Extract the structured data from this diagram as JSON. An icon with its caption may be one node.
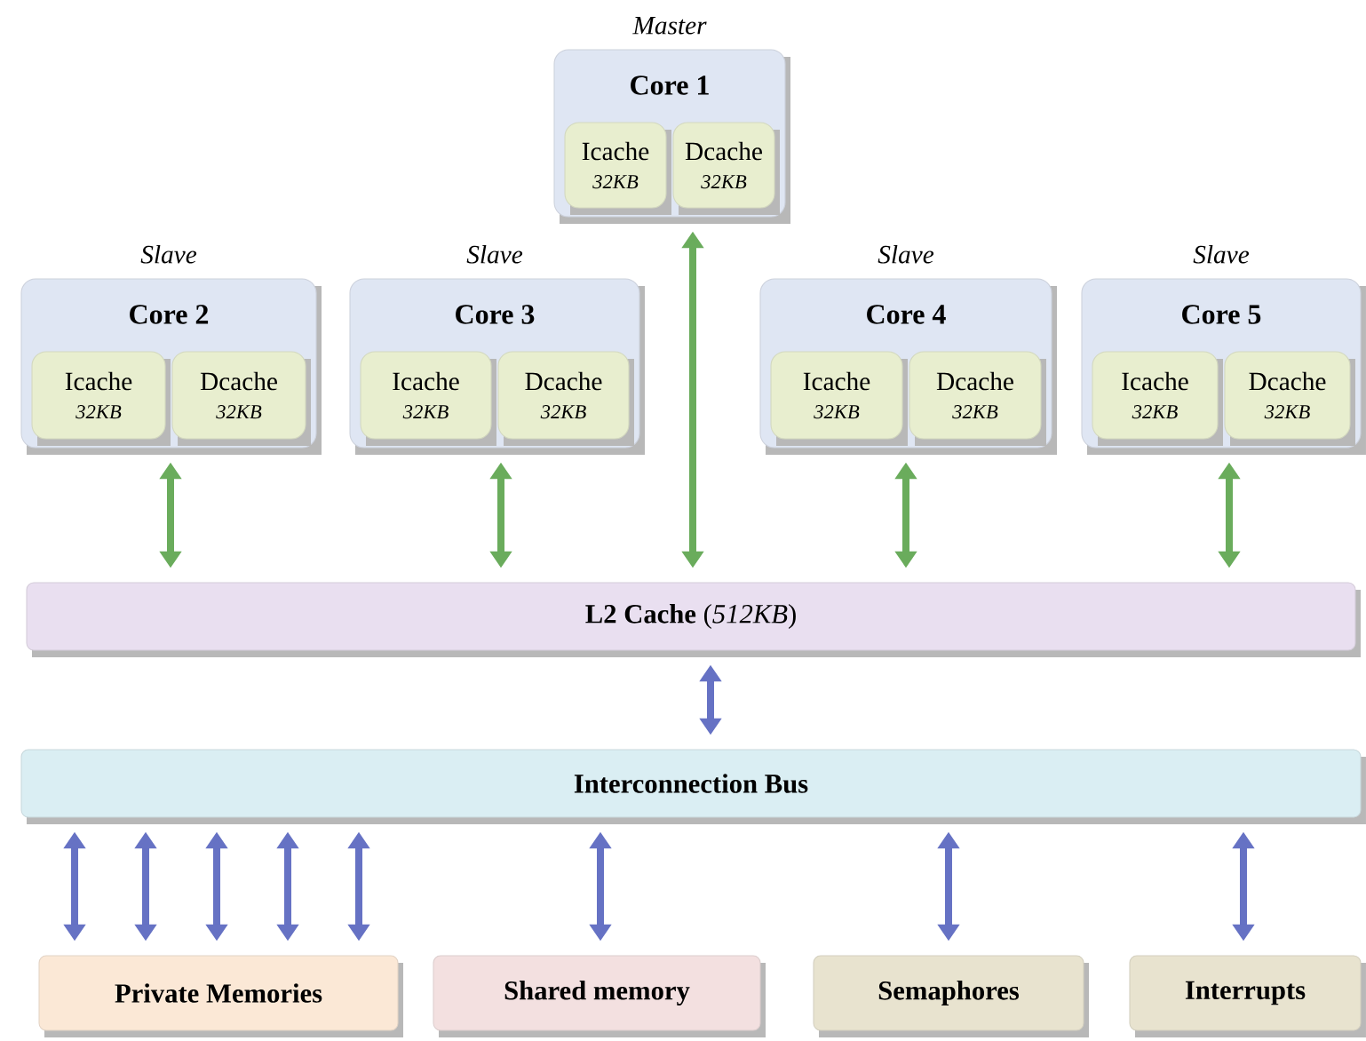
{
  "diagram": {
    "nodes": [
      {
        "text": [
          "Core 1"
        ],
        "beside": [
          "Master"
        ]
      },
      {
        "text": [
          "Icache",
          "32KB"
        ],
        "in": 0
      },
      {
        "text": [
          "Dcache",
          "32KB"
        ],
        "in": 0
      },
      {
        "text": [
          "Core 2"
        ],
        "beside": [
          "Slave"
        ]
      },
      {
        "text": [
          "Icache",
          "32KB"
        ],
        "in": 3
      },
      {
        "text": [
          "Dcache",
          "32KB"
        ],
        "in": 3
      },
      {
        "text": [
          "Core 3"
        ],
        "beside": [
          "Slave"
        ]
      },
      {
        "text": [
          "Icache",
          "32KB"
        ],
        "in": 6
      },
      {
        "text": [
          "Dcache",
          "32KB"
        ],
        "in": 6
      },
      {
        "text": [
          "Core 4"
        ],
        "beside": [
          "Slave"
        ]
      },
      {
        "text": [
          "Icache",
          "32KB"
        ],
        "in": 9
      },
      {
        "text": [
          "Dcache",
          "32KB"
        ],
        "in": 9
      },
      {
        "text": [
          "Core 5"
        ],
        "beside": [
          "Slave"
        ]
      },
      {
        "text": [
          "Icache",
          "32KB"
        ],
        "in": 12
      },
      {
        "text": [
          "Dcache",
          "32KB"
        ],
        "in": 12
      },
      {
        "text": [
          "**L2 Cache** (*512KB*)"
        ]
      },
      {
        "text": [
          "Interconnection Bus"
        ]
      },
      {
        "text": [
          "Private Memories"
        ]
      },
      {
        "text": [
          "Shared memory"
        ]
      },
      {
        "text": [
          "Semaphores"
        ]
      },
      {
        "text": [
          "Interrupts"
        ]
      }
    ],
    "edges": [
      {
        "from": 0,
        "to": 15,
        "arrow": "both",
        "color": "#6aac5c"
      },
      {
        "from": 3,
        "to": 15,
        "arrow": "both",
        "color": "#6aac5c"
      },
      {
        "from": 6,
        "to": 15,
        "arrow": "both",
        "color": "#6aac5c"
      },
      {
        "from": 9,
        "to": 15,
        "arrow": "both",
        "color": "#6aac5c"
      },
      {
        "from": 12,
        "to": 15,
        "arrow": "both",
        "color": "#6aac5c"
      },
      {
        "from": 15,
        "to": 16,
        "arrow": "both"
      },
      {
        "from": 16,
        "to": 17,
        "arrow": "both"
      },
      {
        "from": 16,
        "to": 17,
        "arrow": "both"
      },
      {
        "from": 16,
        "to": 17,
        "arrow": "both"
      },
      {
        "from": 16,
        "to": 17,
        "arrow": "both"
      },
      {
        "from": 16,
        "to": 17,
        "arrow": "both"
      },
      {
        "from": 16,
        "to": 18,
        "arrow": "both"
      },
      {
        "from": 16,
        "to": 19,
        "arrow": "both"
      },
      {
        "from": 16,
        "to": 20,
        "arrow": "both"
      }
    ]
  }
}
